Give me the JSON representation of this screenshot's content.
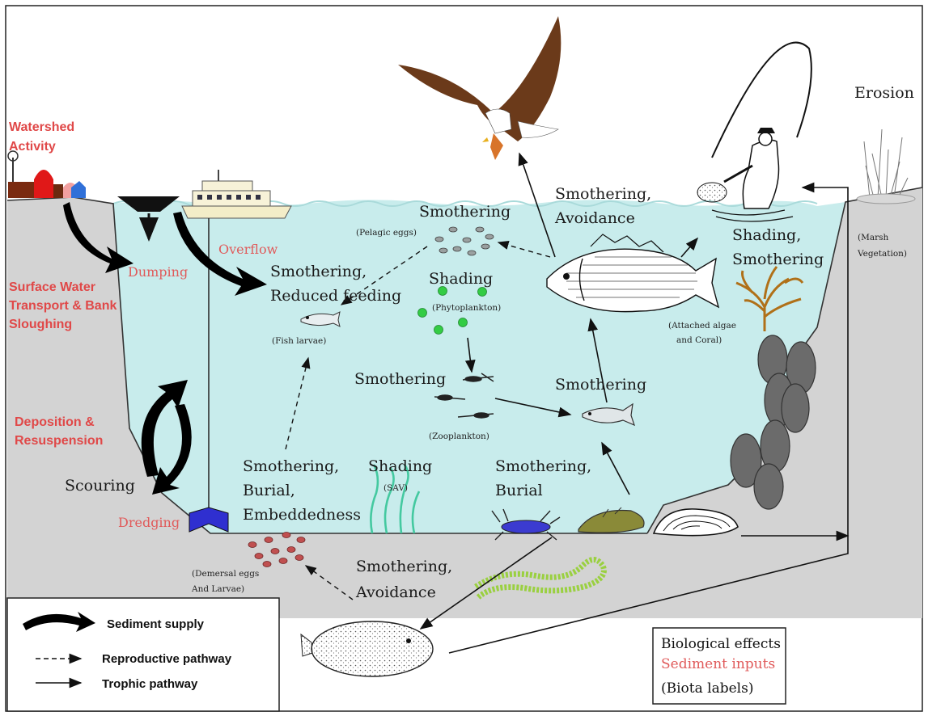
{
  "colors": {
    "water": "#c8ecec",
    "sediment": "#d3d3d3",
    "sediment_input_text": "#e04848",
    "biological_text": "#1a1a1a",
    "phytoplankton": "#33cc44",
    "sav": "#44c9a0",
    "dredge_buoy": "#2f2fd0",
    "eggs": "#c05050"
  },
  "sediment_inputs": {
    "watershed_activity": [
      "Watershed",
      "Activity"
    ],
    "surface_water": [
      "Surface Water",
      "Transport & Bank",
      "Sloughing"
    ],
    "deposition": [
      "Deposition &",
      "Resuspension"
    ],
    "dumping": "Dumping",
    "overflow": "Overflow",
    "dredging": "Dredging",
    "erosion": "Erosion"
  },
  "biological_effects": {
    "smothering_reduced_feeding": [
      "Smothering,",
      "Reduced feeding"
    ],
    "smothering_top": "Smothering",
    "shading_phyto": "Shading",
    "smothering_avoidance_top": [
      "Smothering,",
      "Avoidance"
    ],
    "shading_smothering": [
      "Shading,",
      "Smothering"
    ],
    "smothering_zoo": "Smothering",
    "smothering_fish": "Smothering",
    "smothering_burial_embed": [
      "Smothering,",
      "Burial,",
      "Embeddedness"
    ],
    "shading_sav": "Shading",
    "smothering_burial": [
      "Smothering,",
      "Burial"
    ],
    "smothering_avoidance_bottom": [
      "Smothering,",
      "Avoidance"
    ],
    "scouring": "Scouring"
  },
  "biota_labels": {
    "pelagic_eggs": "(Pelagic eggs)",
    "phytoplankton": "(Phytoplankton)",
    "fish_larvae": "(Fish larvae)",
    "zooplankton": "(Zooplankton)",
    "sav": "(SAV)",
    "demersal_eggs": [
      "(Demersal eggs",
      "And Larvae)"
    ],
    "attached_algae": [
      "(Attached  algae",
      "and Coral)"
    ],
    "marsh_vegetation": [
      "(Marsh",
      "Vegetation)"
    ]
  },
  "legend": {
    "sediment_supply": "Sediment supply",
    "reproductive_pathway": "Reproductive pathway",
    "trophic_pathway": "Trophic  pathway"
  },
  "key": {
    "biological_effects": "Biological effects",
    "sediment_inputs": "Sediment inputs",
    "biota_labels": "(Biota labels)"
  }
}
